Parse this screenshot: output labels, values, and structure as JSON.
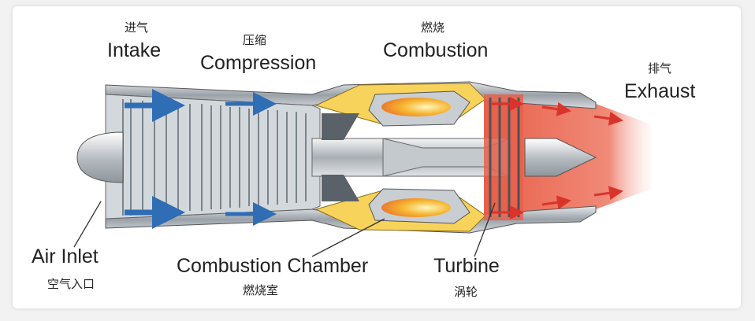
{
  "labels": {
    "intake": {
      "zh": "进气",
      "en": "Intake"
    },
    "compression": {
      "zh": "压缩",
      "en": "Compression"
    },
    "combustion": {
      "zh": "燃烧",
      "en": "Combustion"
    },
    "exhaust": {
      "zh": "排气",
      "en": "Exhaust"
    },
    "air_inlet": {
      "en": "Air Inlet",
      "zh": "空气入口"
    },
    "chamber": {
      "en": "Combustion Chamber",
      "zh": "燃烧室"
    },
    "turbine": {
      "en": "Turbine",
      "zh": "涡轮"
    }
  },
  "colors": {
    "casing": "#b8bec4",
    "intake_blue": "#2f6db5",
    "flame": "#f5a623",
    "chamber_yellow": "#f7d35c",
    "exhaust_red": "#e8604a",
    "arrow_red": "#d9342b"
  }
}
